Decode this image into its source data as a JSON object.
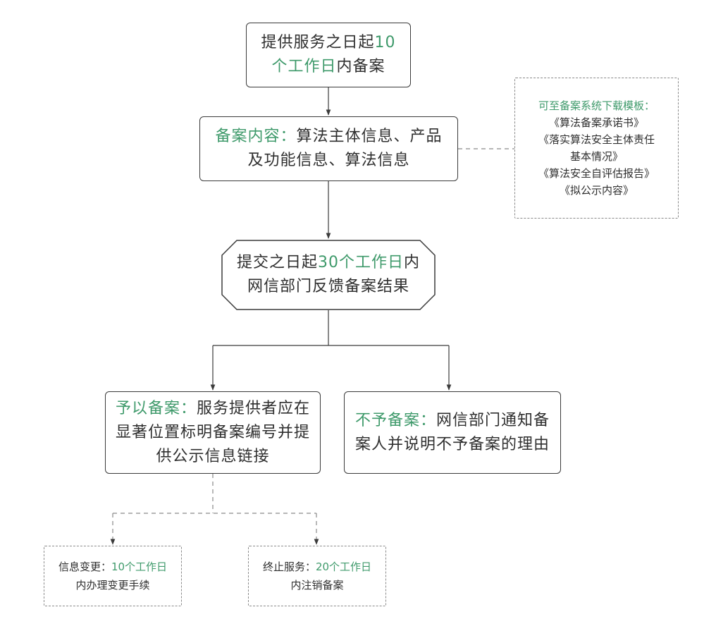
{
  "diagram": {
    "start": {
      "prefix": "提供服务之日起",
      "highlight": "10",
      "line2_highlight": "个工作日",
      "line2_suffix": "内备案"
    },
    "content": {
      "label": "备案内容：",
      "line1_text": "算法主体信息、产品",
      "line2_text": "及功能信息、算法信息"
    },
    "templates": {
      "title": "可至备案系统下载模板：",
      "items": [
        "《算法备案承诺书》",
        "《落实算法安全主体责任",
        "基本情况》",
        "《算法安全自评估报告》",
        "《拟公示内容》"
      ]
    },
    "feedback": {
      "prefix": "提交之日起",
      "highlight": "30个工作日",
      "suffix": "内",
      "line2": "网信部门反馈备案结果"
    },
    "approve": {
      "label": "予以备案：",
      "line1_text": "服务提供者应在",
      "line2": "显著位置标明备案编号并提",
      "line3": "供公示信息链接"
    },
    "reject": {
      "label": "不予备案：",
      "line1_text": "网信部门通知备",
      "line2": "案人并说明不予备案的理由"
    },
    "change": {
      "label": "信息变更：",
      "highlight": "10个工作日",
      "line2": "内办理变更手续"
    },
    "terminate": {
      "label": "终止服务：",
      "highlight": "20个工作日",
      "line2": "内注销备案"
    }
  }
}
